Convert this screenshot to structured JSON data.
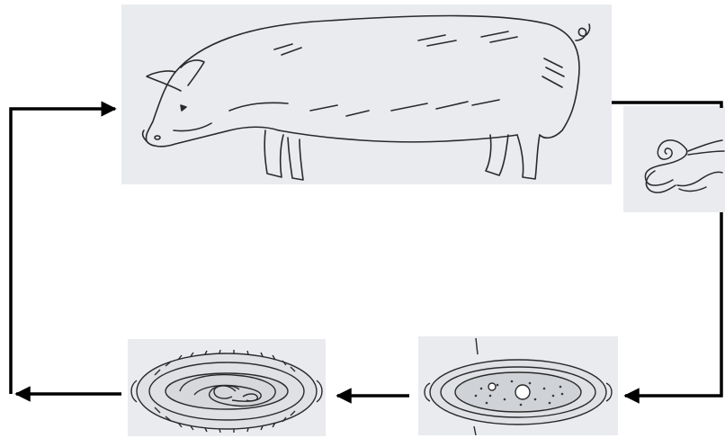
{
  "diagram": {
    "kind": "life-cycle",
    "stages": [
      {
        "id": "pig",
        "depicts": "host-pig"
      },
      {
        "id": "adult-worms",
        "depicts": "adult-worms"
      },
      {
        "id": "unembryonated-egg",
        "depicts": "unembryonated-egg"
      },
      {
        "id": "embryonated-egg",
        "depicts": "embryonated-egg-with-larva"
      }
    ],
    "flow": [
      "pig",
      "adult-worms",
      "unembryonated-egg",
      "embryonated-egg",
      "pig"
    ],
    "colors": {
      "panel": "#e9ebef",
      "ink": "#2a2a2a",
      "arrow": "#000000",
      "background": "#ffffff"
    }
  }
}
